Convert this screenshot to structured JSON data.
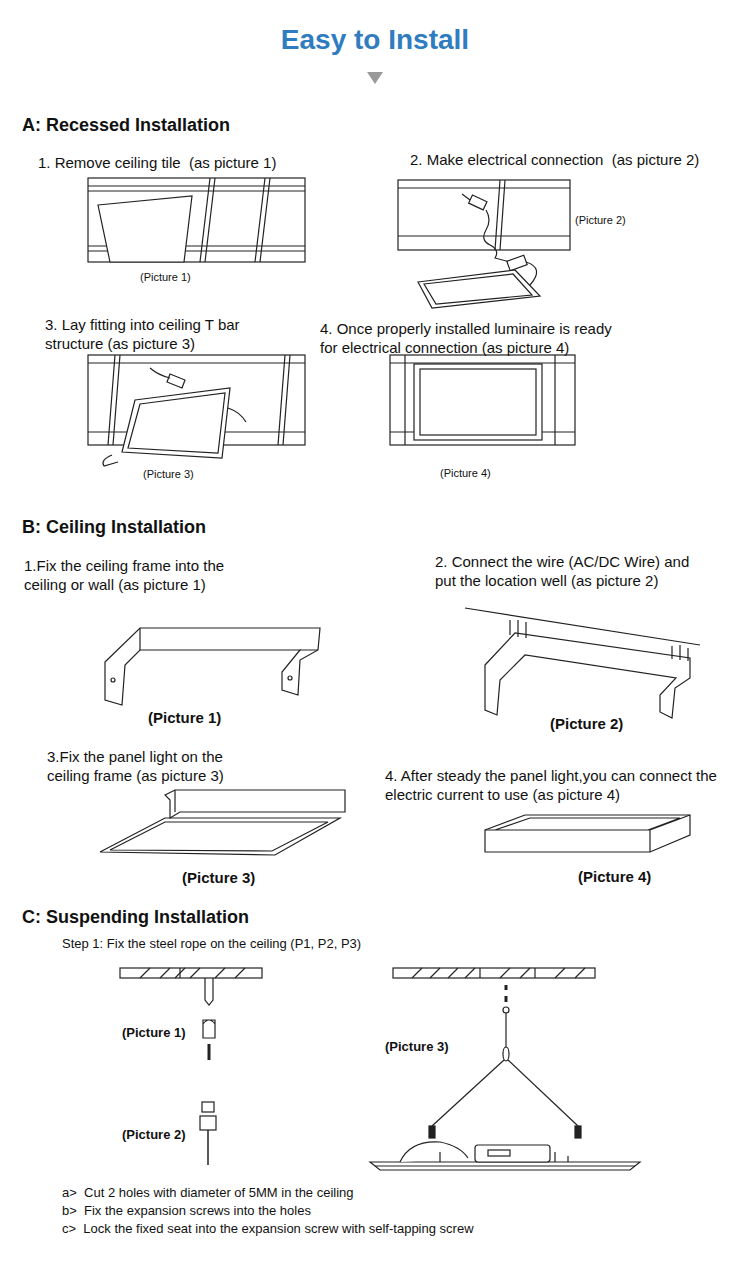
{
  "diagram": {
    "title": "Easy to Install",
    "labels": [
      "A: Recessed Installation",
      "1. Remove ceiling tile  (as picture 1)",
      "(Picture 1)",
      "2. Make electrical connection  (as picture 2)",
      "(Picture 2)",
      "3. Lay fitting into ceiling T bar structure (as picture 3)",
      "(Picture 3)",
      "4. Once properly installed luminaire is ready for electrical connection (as picture 4)",
      "(Picture 4)",
      "B: Ceiling Installation",
      "1.Fix the ceiling frame into the ceiling or wall (as picture 1)",
      "(Picture 1)",
      "2. Connect the wire (AC/DC Wire) and put the location well (as picture 2)",
      "(Picture 2)",
      "3.Fix the panel light on the ceiling frame (as picture 3)",
      "(Picture 3)",
      "4. After steady the panel light,you can connect the electric current to use (as picture 4)",
      "(Picture 4)",
      "C: Suspending Installation",
      "Step 1: Fix the steel rope on the ceiling (P1, P2, P3)",
      "(Picture 1)",
      "(Picture 2)",
      "(Picture 3)",
      "a>  Cut 2 holes with diameter of 5MM in the ceiling",
      "b>  Fix the expansion screws into the holes",
      "c>  Lock the fixed seat into the expansion screw with self-tapping screw"
    ]
  }
}
